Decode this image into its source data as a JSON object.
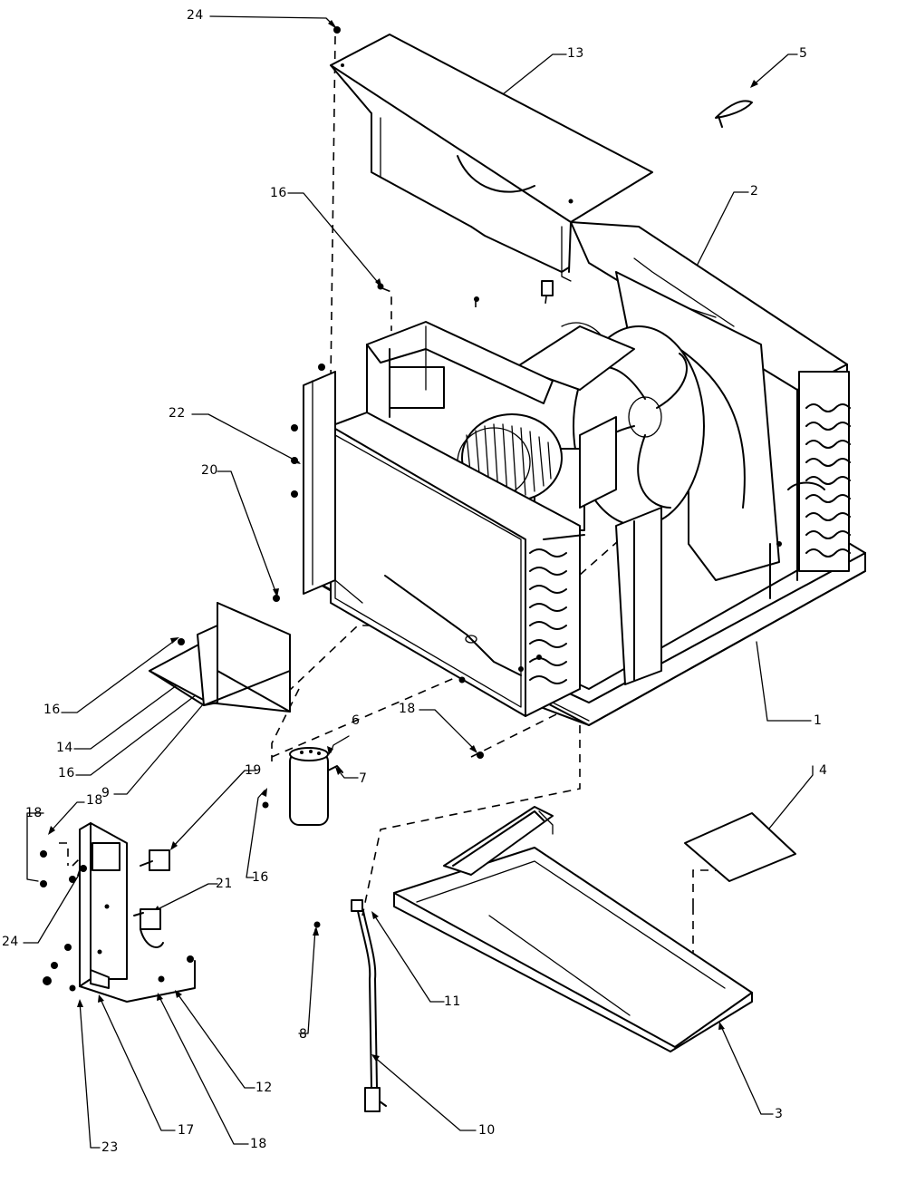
{
  "callouts": [
    {
      "id": "c24a",
      "text": "24"
    },
    {
      "id": "c13",
      "text": "13"
    },
    {
      "id": "c5",
      "text": "5"
    },
    {
      "id": "c16a",
      "text": "16"
    },
    {
      "id": "c2",
      "text": "2"
    },
    {
      "id": "c22",
      "text": "22"
    },
    {
      "id": "c20",
      "text": "20"
    },
    {
      "id": "c16b",
      "text": "16"
    },
    {
      "id": "c14",
      "text": "14"
    },
    {
      "id": "c16c",
      "text": "16"
    },
    {
      "id": "c9",
      "text": "9"
    },
    {
      "id": "c18a",
      "text": "18"
    },
    {
      "id": "c6",
      "text": "6"
    },
    {
      "id": "c1",
      "text": "1"
    },
    {
      "id": "c19",
      "text": "19"
    },
    {
      "id": "c7",
      "text": "7"
    },
    {
      "id": "c18b",
      "text": "18"
    },
    {
      "id": "c18c",
      "text": "18"
    },
    {
      "id": "c16d",
      "text": "16"
    },
    {
      "id": "c4",
      "text": "4"
    },
    {
      "id": "c21",
      "text": "21"
    },
    {
      "id": "c24b",
      "text": "24"
    },
    {
      "id": "c8",
      "text": "8"
    },
    {
      "id": "c11",
      "text": "11"
    },
    {
      "id": "c12",
      "text": "12"
    },
    {
      "id": "c10",
      "text": "10"
    },
    {
      "id": "c3",
      "text": "3"
    },
    {
      "id": "c17",
      "text": "17"
    },
    {
      "id": "c18d",
      "text": "18"
    },
    {
      "id": "c23",
      "text": "23"
    }
  ]
}
